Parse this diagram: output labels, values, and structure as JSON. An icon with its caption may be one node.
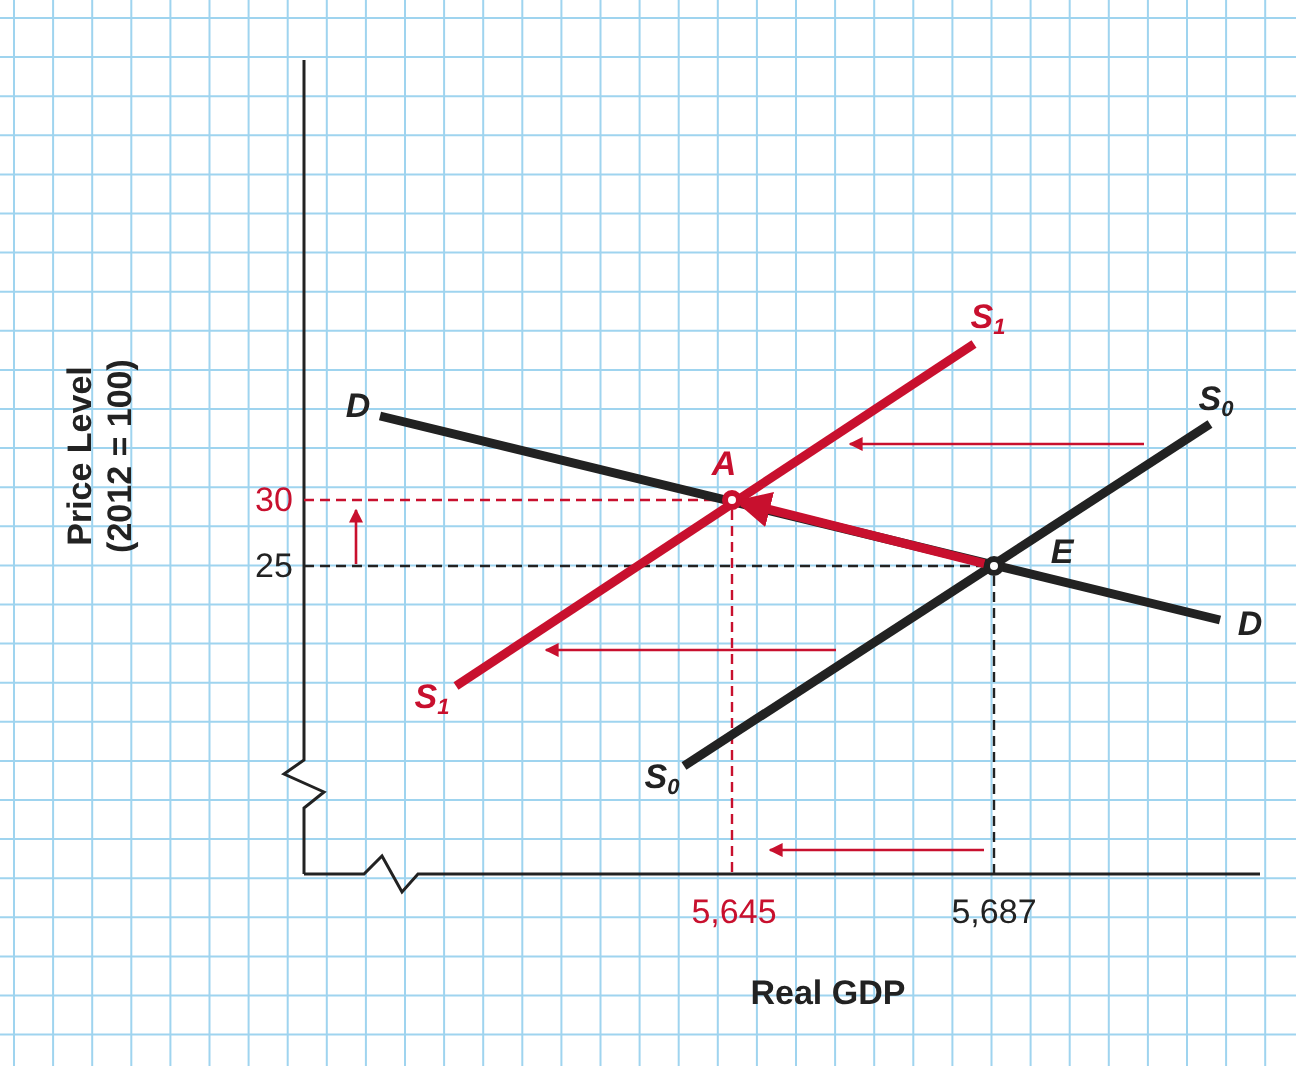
{
  "diagram": {
    "nodes": [
      {
        "text": [],
        "shape": "circle",
        "beside": [
          "A"
        ]
      },
      {
        "text": [],
        "shape": "circle",
        "beside": [
          "E"
        ]
      }
    ],
    "edges": [
      {
        "from": 1,
        "to": 0,
        "arrow": "to",
        "color": "#c8102e"
      }
    ],
    "labels": [
      "S$_{1}$",
      "D",
      "S$_{0}$",
      "30",
      "25",
      "D",
      "S$_{1}$",
      "S$_{0}$",
      "5,645",
      "5,687",
      "Price Level (2012 = 100)",
      "Real GDP"
    ]
  }
}
